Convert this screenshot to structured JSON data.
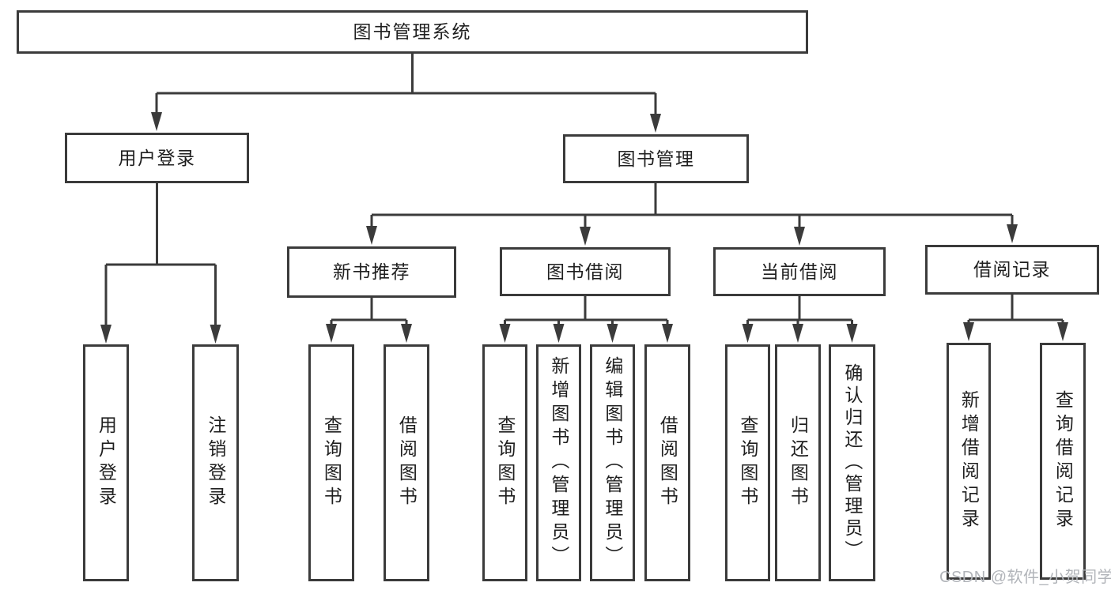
{
  "diagram_title": "图书管理系统",
  "watermark": "CSDN @软件_小贺同学",
  "colors": {
    "line": "#3b3b3b",
    "box_border": "#3b3b3b",
    "box_background": "#ffffff",
    "text": "#1f1f1f",
    "watermark": "#b1b4b9"
  },
  "nodes": {
    "root": {
      "label": "图书管理系统"
    },
    "user_login": {
      "label": "用户登录"
    },
    "book_mgmt": {
      "label": "图书管理"
    },
    "new_book_rec": {
      "label": "新书推荐"
    },
    "book_borrow": {
      "label": "图书借阅"
    },
    "current_borrow": {
      "label": "当前借阅"
    },
    "borrow_records": {
      "label": "借阅记录"
    },
    "leaf_user_login": {
      "label": "用户登录"
    },
    "leaf_logout": {
      "label": "注销登录"
    },
    "leaf_query_book_1": {
      "label": "查询图书"
    },
    "leaf_borrow_book_1": {
      "label": "借阅图书"
    },
    "leaf_query_book_2": {
      "label": "查询图书"
    },
    "leaf_add_book": {
      "label": "新增图书（管理员）"
    },
    "leaf_edit_book": {
      "label": "编辑图书（管理员）"
    },
    "leaf_borrow_book_2": {
      "label": "借阅图书"
    },
    "leaf_query_book_3": {
      "label": "查询图书"
    },
    "leaf_return_book": {
      "label": "归还图书"
    },
    "leaf_confirm_return": {
      "label": "确认归还（管理员）"
    },
    "leaf_add_record": {
      "label": "新增借阅记录"
    },
    "leaf_query_record": {
      "label": "查询借阅记录"
    }
  },
  "structure": {
    "root": [
      "user_login",
      "book_mgmt"
    ],
    "user_login": [
      "leaf_user_login",
      "leaf_logout"
    ],
    "book_mgmt": [
      "new_book_rec",
      "book_borrow",
      "current_borrow",
      "borrow_records"
    ],
    "new_book_rec": [
      "leaf_query_book_1",
      "leaf_borrow_book_1"
    ],
    "book_borrow": [
      "leaf_query_book_2",
      "leaf_add_book",
      "leaf_edit_book",
      "leaf_borrow_book_2"
    ],
    "current_borrow": [
      "leaf_query_book_3",
      "leaf_return_book",
      "leaf_confirm_return"
    ],
    "borrow_records": [
      "leaf_add_record",
      "leaf_query_record"
    ]
  }
}
